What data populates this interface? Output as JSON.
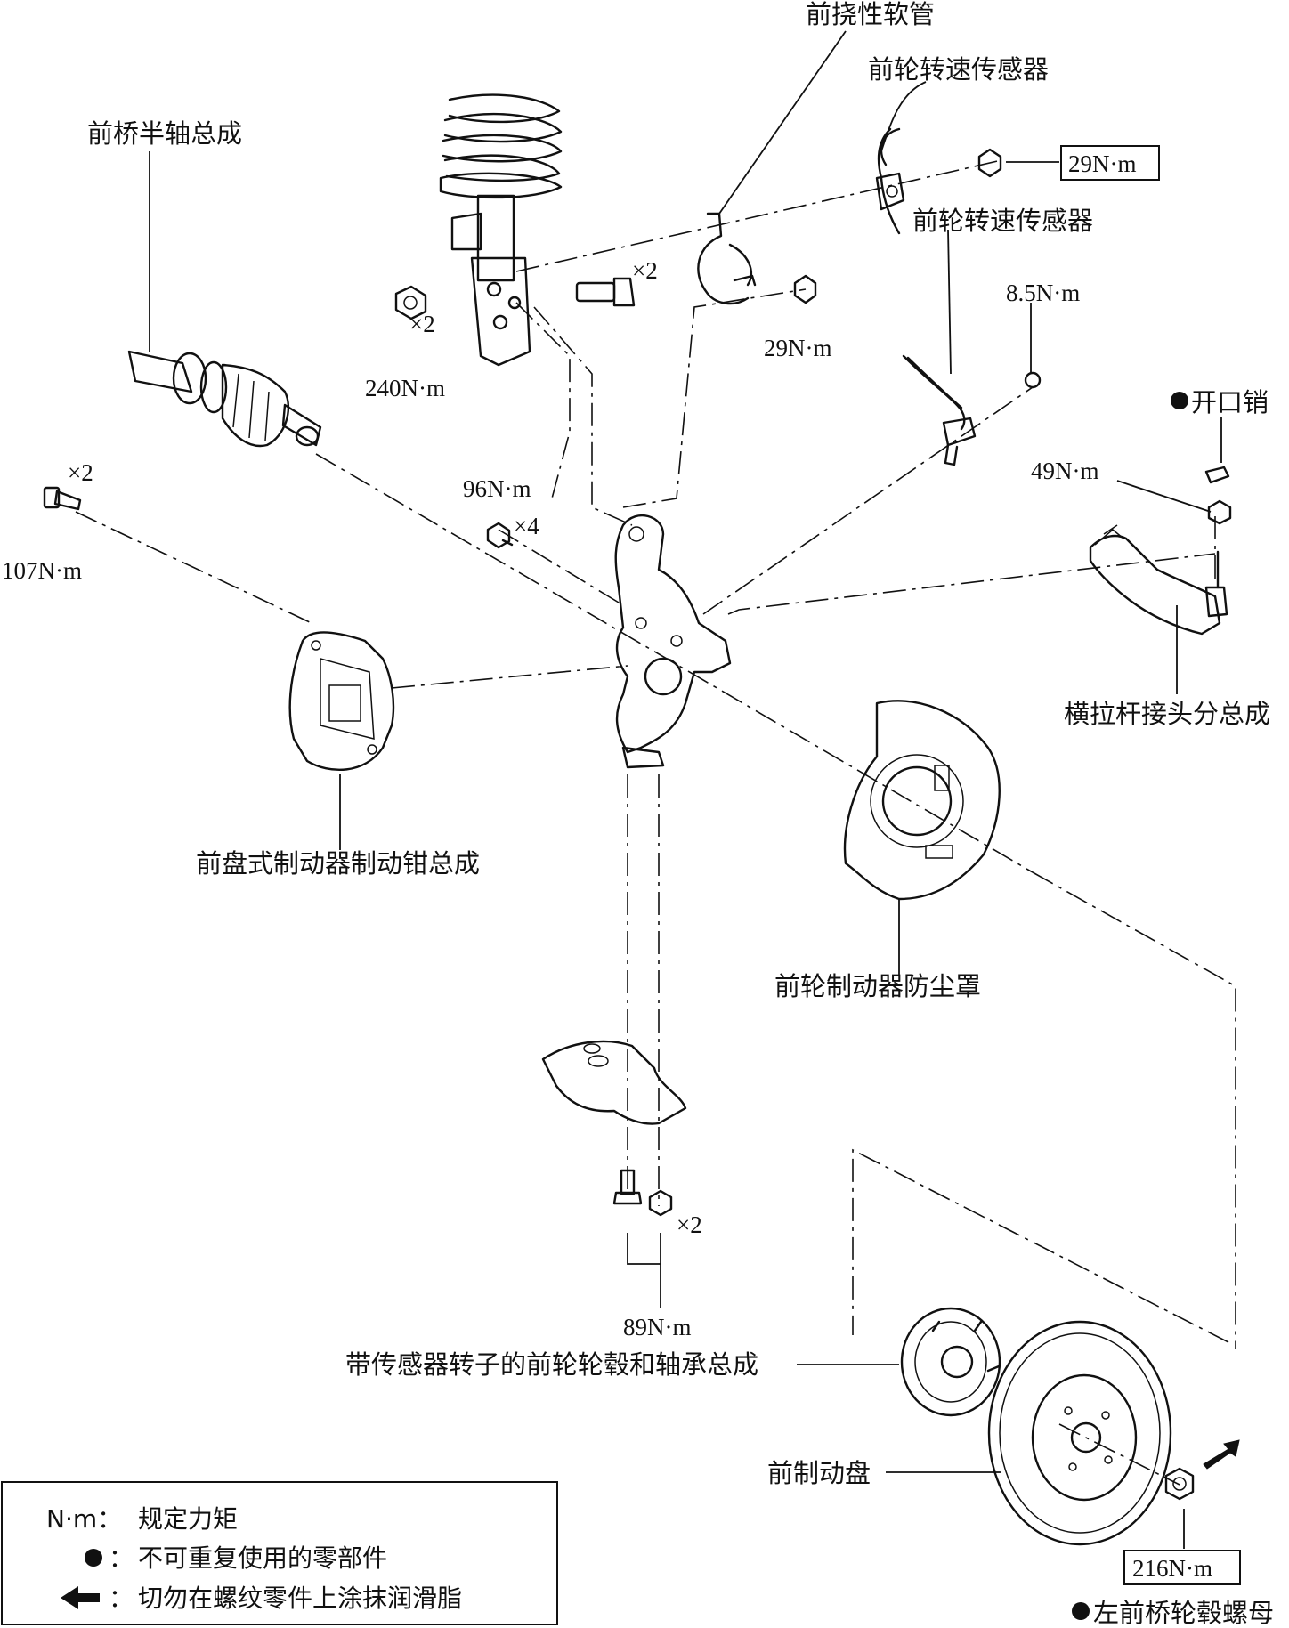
{
  "labels": {
    "flex_hose": "前挠性软管",
    "speed_sensor_top": "前轮转速传感器",
    "speed_sensor_mid": "前轮转速传感器",
    "drive_shaft": "前桥半轴总成",
    "cotter_pin": "开口销",
    "tie_rod_end": "横拉杆接头分总成",
    "brake_caliper": "前盘式制动器制动钳总成",
    "dust_cover": "前轮制动器防尘罩",
    "hub_bearing": "带传感器转子的前轮轮毂和轴承总成",
    "brake_disc": "前制动盘",
    "hub_nut": "左前桥轮毂螺母"
  },
  "torques": {
    "sensor_bolt_top": "29N·m",
    "sensor_bolt_mid": "8.5N·m",
    "strut_nut": "240N·m",
    "hose_bolt": "29N·m",
    "knuckle_bolt": "96N·m",
    "tie_rod_nut": "49N·m",
    "caliper_bolt": "107N·m",
    "lower_arm": "89N·m",
    "hub_nut": "216N·m"
  },
  "quantities": {
    "strut_bolt": "×2",
    "strut_nut": "×2",
    "knuckle_bolt": "×4",
    "caliper_bolt": "×2",
    "lower_arm": "×2"
  },
  "legend": {
    "torque_key": "N·m：",
    "torque_desc": "规定力矩",
    "nonreuse_key": "：",
    "nonreuse_desc": "不可重复使用的零部件",
    "nogrease_key": "：",
    "nogrease_desc": "切勿在螺纹零件上涂抹润滑脂"
  },
  "icons": {
    "non_reusable_marker": "filled-circle-icon",
    "no_lubricant_marker": "left-arrow-icon"
  }
}
